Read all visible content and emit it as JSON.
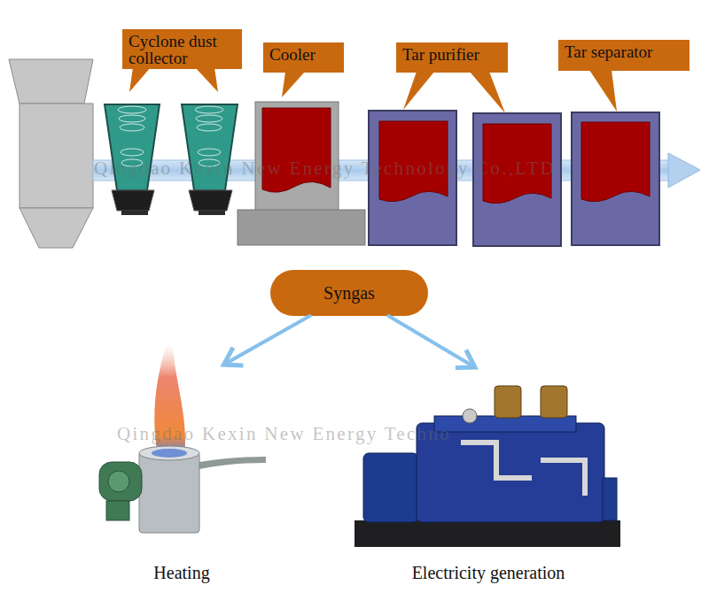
{
  "diagram": {
    "nodes": [
      {
        "text": [
          "Cyclone dust collector"
        ]
      },
      {
        "text": [
          "Cooler"
        ]
      },
      {
        "text": [
          "Tar purifier"
        ]
      },
      {
        "text": [
          "Tar separator"
        ]
      },
      {
        "text": [
          "Syngas"
        ]
      },
      {
        "text": [
          "Heating"
        ]
      },
      {
        "text": [
          "Electricity generation"
        ]
      }
    ],
    "edges": [
      {
        "from": 4,
        "to": 5,
        "arrow": "to"
      },
      {
        "from": 4,
        "to": 6,
        "arrow": "to"
      }
    ],
    "labels": [
      "Qingdao Kexin New Energy Technology Co.,LTD",
      "Qingdao Kexin New Energy Techno"
    ]
  }
}
